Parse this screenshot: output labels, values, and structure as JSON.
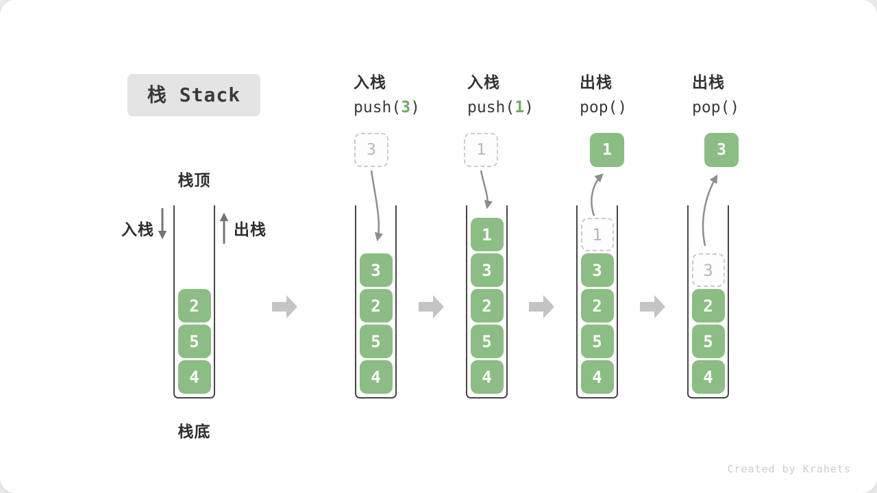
{
  "title": {
    "label": "栈 Stack"
  },
  "stack_labels": {
    "top": "栈顶",
    "bottom": "栈底",
    "push": "入栈",
    "pop": "出栈"
  },
  "operations": [
    {
      "name": "入栈",
      "code_prefix": "push(",
      "code_arg": "3",
      "code_suffix": ")",
      "floating": {
        "value": "3",
        "style": "ghost"
      }
    },
    {
      "name": "入栈",
      "code_prefix": "push(",
      "code_arg": "1",
      "code_suffix": ")",
      "floating": {
        "value": "1",
        "style": "ghost"
      }
    },
    {
      "name": "出栈",
      "code_prefix": "pop()",
      "code_arg": "",
      "code_suffix": "",
      "floating": {
        "value": "1",
        "style": "solid"
      }
    },
    {
      "name": "出栈",
      "code_prefix": "pop()",
      "code_arg": "",
      "code_suffix": "",
      "floating": {
        "value": "3",
        "style": "solid"
      }
    }
  ],
  "stacks": [
    {
      "name": "initial",
      "cells": [
        {
          "value": "2"
        },
        {
          "value": "5"
        },
        {
          "value": "4"
        }
      ]
    },
    {
      "name": "after-push-3",
      "cells": [
        {
          "value": "3"
        },
        {
          "value": "2"
        },
        {
          "value": "5"
        },
        {
          "value": "4"
        }
      ]
    },
    {
      "name": "after-push-1",
      "cells": [
        {
          "value": "1"
        },
        {
          "value": "3"
        },
        {
          "value": "2"
        },
        {
          "value": "5"
        },
        {
          "value": "4"
        }
      ]
    },
    {
      "name": "after-pop-1",
      "cells": [
        {
          "value": "1",
          "ghost": true
        },
        {
          "value": "3"
        },
        {
          "value": "2"
        },
        {
          "value": "5"
        },
        {
          "value": "4"
        }
      ]
    },
    {
      "name": "after-pop-3",
      "cells": [
        {
          "value": "3",
          "ghost": true
        },
        {
          "value": "2"
        },
        {
          "value": "5"
        },
        {
          "value": "4"
        }
      ]
    }
  ],
  "watermark": "Created by Krahets",
  "colors": {
    "cell_green": "#8cbd84",
    "code_arg_green": "#6cab5d",
    "arrow_gray": "#8d8d8d",
    "side_arrow_gray": "#757575",
    "flow_arrow_gray": "#c4c4c4",
    "ghost_border": "#cbcbcb",
    "ghost_text": "#b7b7b7",
    "wall": "#454545",
    "title_bg": "#e4e4e4",
    "text_dark": "#3a3a3a",
    "watermark_gray": "#cccccc"
  }
}
